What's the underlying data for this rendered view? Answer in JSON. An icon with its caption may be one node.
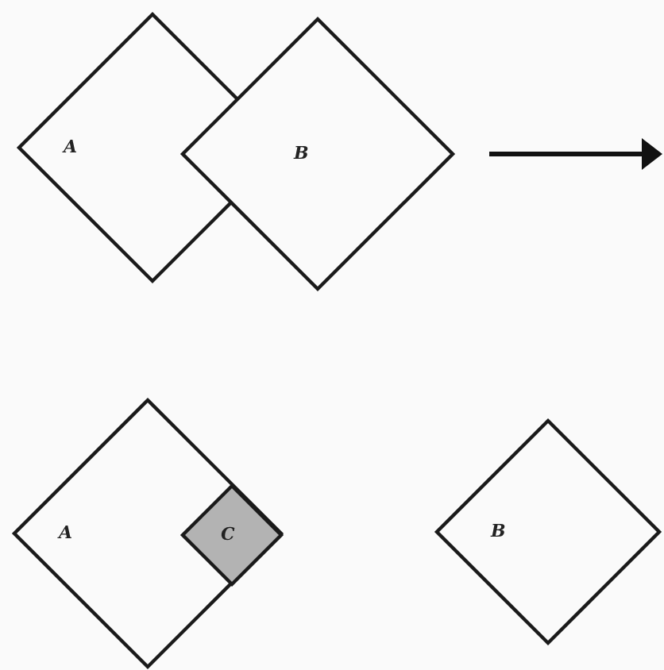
{
  "diagram": {
    "nodes": [
      {
        "text": [
          "A"
        ]
      },
      {
        "text": [
          "B"
        ]
      },
      {
        "text": [
          "A"
        ]
      },
      {
        "text": [
          "C"
        ],
        "in": 2
      },
      {
        "text": [
          "B"
        ]
      }
    ]
  }
}
